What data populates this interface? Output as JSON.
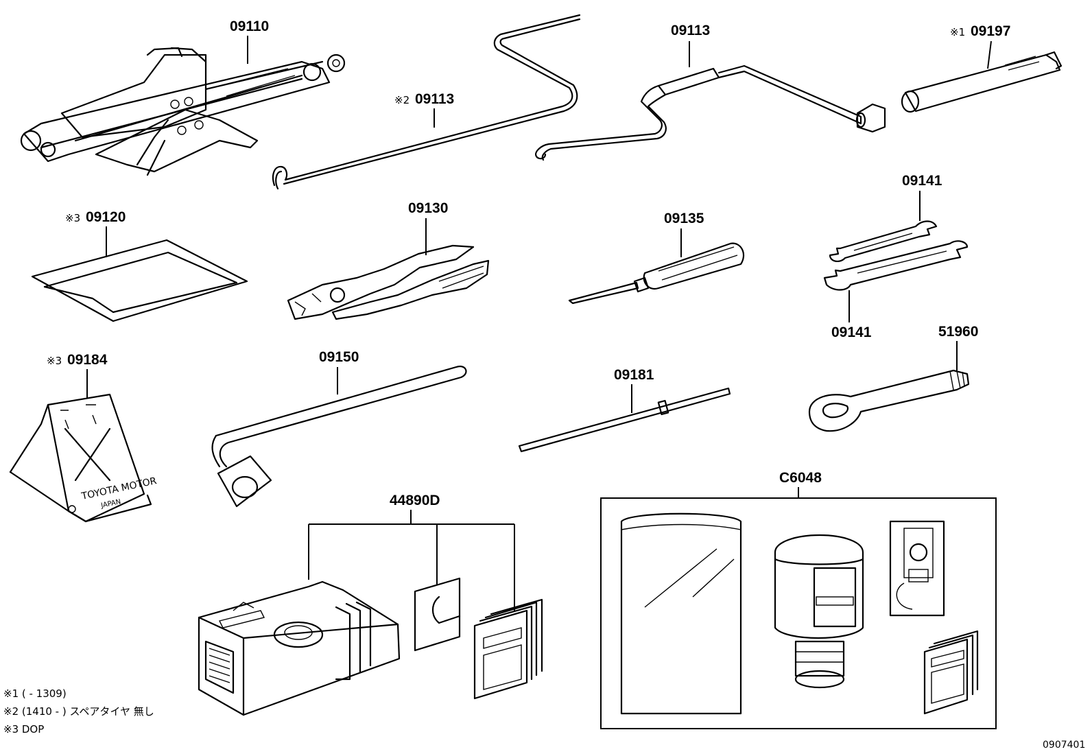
{
  "parts": [
    {
      "id": "jack",
      "number": "09110",
      "mark": ""
    },
    {
      "id": "spare-rod",
      "number": "09113",
      "mark": "※2"
    },
    {
      "id": "jack-handle",
      "number": "09113",
      "mark": ""
    },
    {
      "id": "extension-bar",
      "number": "09197",
      "mark": "※1"
    },
    {
      "id": "tool-bag",
      "number": "09120",
      "mark": "※3"
    },
    {
      "id": "pliers",
      "number": "09130",
      "mark": ""
    },
    {
      "id": "screwdriver",
      "number": "09135",
      "mark": ""
    },
    {
      "id": "wrench-upper",
      "number": "09141",
      "mark": ""
    },
    {
      "id": "wrench-lower",
      "number": "09141",
      "mark": ""
    },
    {
      "id": "warning-triangle",
      "number": "09184",
      "mark": "※3"
    },
    {
      "id": "wheel-nut-wrench",
      "number": "09150",
      "mark": ""
    },
    {
      "id": "rod",
      "number": "09181",
      "mark": ""
    },
    {
      "id": "towing-eye",
      "number": "51960",
      "mark": ""
    },
    {
      "id": "repair-kit",
      "number": "44890D",
      "mark": ""
    },
    {
      "id": "sealant-set",
      "number": "C6048",
      "mark": ""
    }
  ],
  "triangle_text": [
    "TOYOTA MOTOR",
    "JAPAN"
  ],
  "footnotes": [
    "※1 (        - 1309)",
    "※2 (1410 -        ) スペアタイヤ  無し",
    "※3 DOP"
  ],
  "reference_code": "0907401"
}
